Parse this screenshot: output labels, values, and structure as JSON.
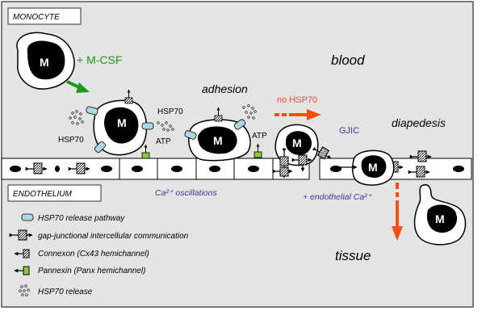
{
  "boxes": {
    "monocyte": "MONOCYTE",
    "endothelium": "ENDOTHELIUM"
  },
  "regions": {
    "blood": "blood",
    "tissue": "tissue"
  },
  "processes": {
    "adhesion": "adhesion",
    "diapedesis": "diapedesis",
    "gjic": "GJIC",
    "ca_oscillations": "Ca²⁺ oscillations",
    "endothelial_ca": "+ endothelial Ca²⁺"
  },
  "labels": {
    "mcsf": "+ M-CSF",
    "hsp70_a": "HSP70",
    "hsp70_b": "HSP70",
    "atp_a": "ATP",
    "atp_b": "ATP",
    "no_hsp70": "no HSP70",
    "cell_m": "M"
  },
  "legend": [
    {
      "icon": "hsp70-release-pathway-icon",
      "text": "HSP70 release pathway"
    },
    {
      "icon": "gap-junction-icon",
      "text": "gap-junctional intercellular communication"
    },
    {
      "icon": "connexon-icon",
      "text": "Connexon (Cx43 hemichannel)"
    },
    {
      "icon": "pannexin-icon",
      "text": "Pannexin (Panx hemichannel)"
    },
    {
      "icon": "hsp70-release-icon",
      "text": "HSP70 release"
    }
  ],
  "colors": {
    "background": "#e4e4e4",
    "green": "#1a9a1a",
    "orange": "#ff4b10",
    "blue_text": "#3a3aa0",
    "hemichannel_blue": "#a9d8e4",
    "pannexin_green": "#8cc63f"
  }
}
